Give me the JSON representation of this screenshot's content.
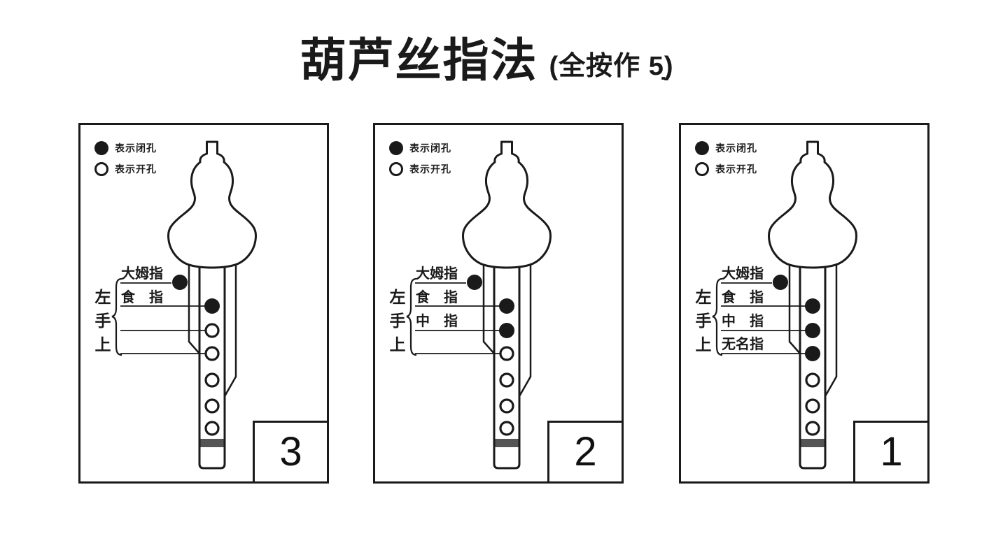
{
  "title": {
    "main": "葫芦丝指法",
    "subtitle": "(全按作 5̣)"
  },
  "legend": {
    "closed_label": "表示闭孔",
    "open_label": "表示开孔"
  },
  "hand_label": "左手上",
  "panels": [
    {
      "number": "3",
      "finger_rows": [
        "大姆指",
        "食　指",
        "",
        ""
      ],
      "thumb": "closed",
      "holes": [
        "closed",
        "open",
        "open",
        "open",
        "open",
        "open"
      ]
    },
    {
      "number": "2",
      "finger_rows": [
        "大姆指",
        "食　指",
        "中　指",
        ""
      ],
      "thumb": "closed",
      "holes": [
        "closed",
        "closed",
        "open",
        "open",
        "open",
        "open"
      ]
    },
    {
      "number": "1",
      "finger_rows": [
        "大姆指",
        "食　指",
        "中　指",
        "无名指"
      ],
      "thumb": "closed",
      "holes": [
        "closed",
        "closed",
        "closed",
        "open",
        "open",
        "open"
      ]
    }
  ],
  "colors": {
    "ink": "#1a1a1a",
    "band": "#555555",
    "background": "#ffffff"
  }
}
